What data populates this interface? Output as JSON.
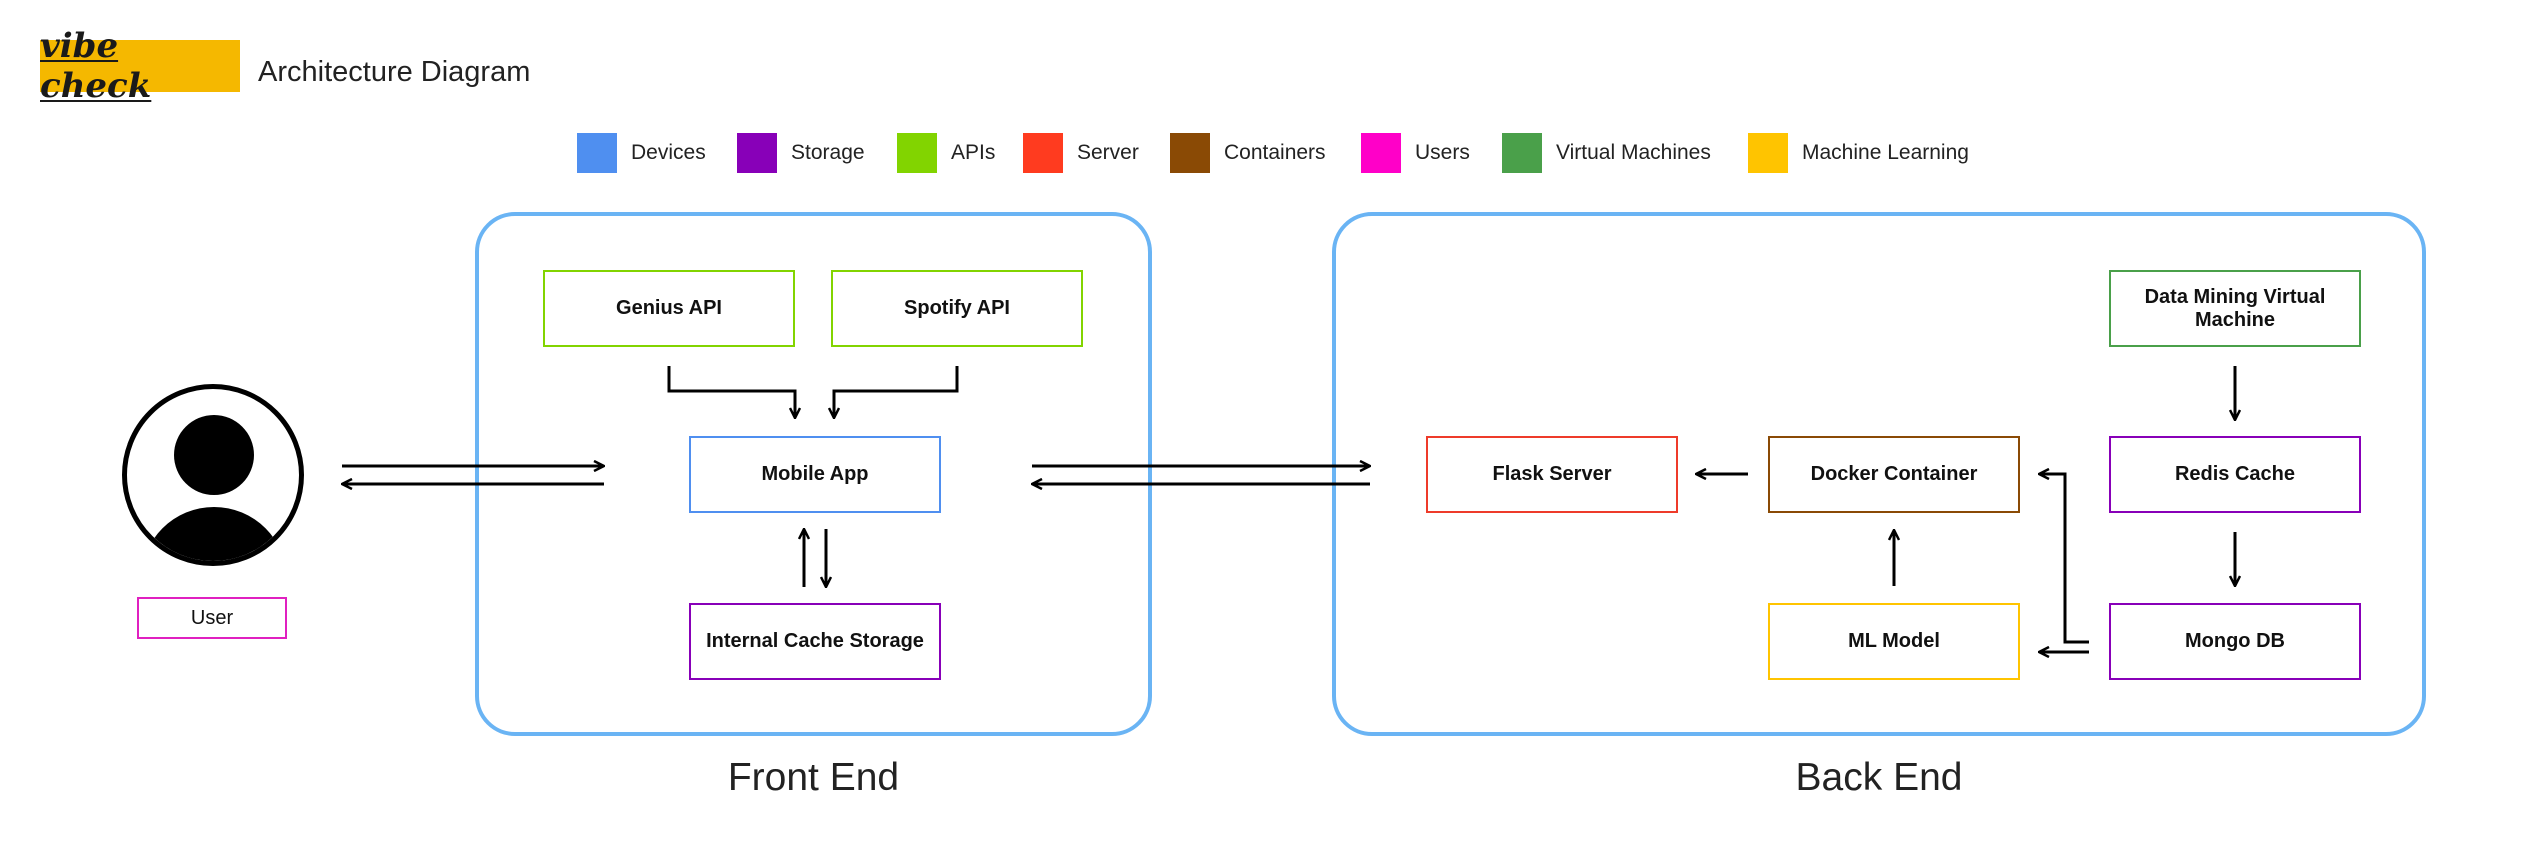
{
  "header": {
    "logo_text": "vibe check",
    "title": "Architecture Diagram"
  },
  "legend": [
    {
      "label": "Devices",
      "color": "#4f8ff0"
    },
    {
      "label": "Storage",
      "color": "#8800b8"
    },
    {
      "label": "APIs",
      "color": "#82d400"
    },
    {
      "label": "Server",
      "color": "#ff3b1f"
    },
    {
      "label": "Containers",
      "color": "#8a4a05"
    },
    {
      "label": "Users",
      "color": "#ff00c8"
    },
    {
      "label": "Virtual Machines",
      "color": "#4aa04a"
    },
    {
      "label": "Machine Learning",
      "color": "#ffc400"
    }
  ],
  "groups": {
    "front_end": "Front End",
    "back_end": "Back End"
  },
  "nodes": {
    "user": {
      "label": "User",
      "color": "#e020c0"
    },
    "genius_api": {
      "label": "Genius API",
      "color": "#82d400"
    },
    "spotify_api": {
      "label": "Spotify API",
      "color": "#82d400"
    },
    "mobile_app": {
      "label": "Mobile App",
      "color": "#4f8ff0"
    },
    "internal_cache": {
      "label": "Internal Cache Storage",
      "color": "#8800b8"
    },
    "flask_server": {
      "label": "Flask Server",
      "color": "#ee3b2a"
    },
    "docker_container": {
      "label": "Docker Container",
      "color": "#8a4a05"
    },
    "ml_model": {
      "label": "ML Model",
      "color": "#ffc400"
    },
    "data_mining_vm": {
      "label": "Data Mining Virtual Machine",
      "color": "#4aa04a"
    },
    "redis_cache": {
      "label": "Redis Cache",
      "color": "#8800b8"
    },
    "mongo_db": {
      "label": "Mongo DB",
      "color": "#8800b8"
    }
  }
}
